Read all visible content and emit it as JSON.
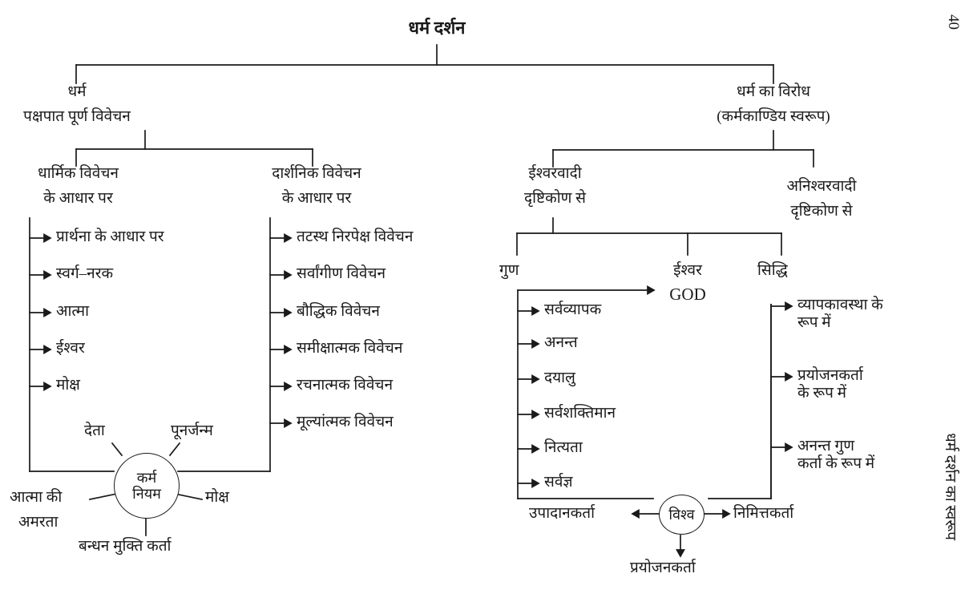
{
  "page": {
    "number": "40",
    "side_caption": "धर्म दर्शन का स्वरूप"
  },
  "diagram": {
    "type": "tree",
    "title": "धर्म दर्शन",
    "branches": {
      "left": {
        "heading_line1": "धर्म",
        "heading_line2": "पक्षपात पूर्ण विवेचन",
        "children": [
          {
            "heading_line1": "धार्मिक विवेचन",
            "heading_line2": "के आधार पर",
            "items": [
              "प्रार्थना के आधार पर",
              "स्वर्ग–नरक",
              "आत्मा",
              "ईश्वर",
              "मोक्ष"
            ]
          },
          {
            "heading_line1": "दार्शनिक विवेचन",
            "heading_line2": "के आधार पर",
            "items": [
              "तटस्थ निरपेक्ष विवेचन",
              "सर्वांगीण विवेचन",
              "बौद्धिक विवेचन",
              "समीक्षात्मक विवेचन",
              "रचनात्मक विवेचन",
              "मूल्यांत्मक विवेचन"
            ]
          }
        ],
        "karma_circle": {
          "label_line1": "कर्म",
          "label_line2": "नियम",
          "spokes": {
            "top_left": "देता",
            "top_right": "पूनर्जन्म",
            "left_line1": "आत्मा की",
            "left_line2": "अमरता",
            "right": "मोक्ष",
            "bottom": "बन्धन मुक्ति कर्ता"
          }
        }
      },
      "right": {
        "heading_line1": "धर्म का विरोध",
        "heading_line2": "(कर्मकाण्डिय स्वरूप)",
        "children": [
          {
            "heading_line1": "ईश्वरवादी",
            "heading_line2": "दृष्टिकोण से",
            "columns": [
              {
                "label": "गुण",
                "items": [
                  "सर्वव्यापक",
                  "अनन्त",
                  "दयालु",
                  "सर्वशक्तिमान",
                  "नित्यता",
                  "सर्वज्ञ"
                ]
              },
              {
                "label_line1": "ईश्वर",
                "label_line2": "GOD"
              },
              {
                "label": "सिद्धि",
                "items": [
                  "व्यापकावस्था के\nरूप में",
                  "प्रयोजनकर्ता\nके रूप में",
                  "अनन्त गुण\nकर्ता के रूप में"
                ]
              }
            ],
            "vishwa_circle": {
              "label": "विश्व",
              "left": "उपादानकर्ता",
              "right": "निमित्तकर्ता",
              "bottom": "प्रयोजनकर्ता"
            }
          },
          {
            "heading_line1": "अनिश्वरवादी",
            "heading_line2": "दृष्टिकोण से"
          }
        ]
      }
    }
  },
  "style": {
    "line_color": "#1a1a1a",
    "text_color": "#1a1a1a",
    "background": "#ffffff"
  }
}
